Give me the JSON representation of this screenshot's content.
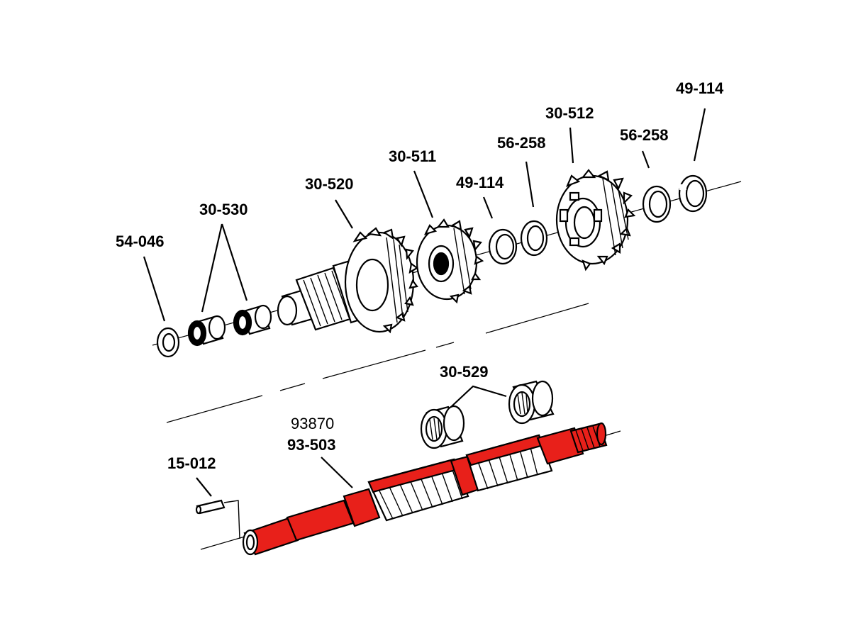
{
  "diagram": {
    "labels": {
      "p54_046": "54-046",
      "p30_530": "30-530",
      "p30_520": "30-520",
      "p30_511": "30-511",
      "p49_114_a": "49-114",
      "p56_258_a": "56-258",
      "p30_512": "30-512",
      "p56_258_b": "56-258",
      "p49_114_b": "49-114",
      "p30_529": "30-529",
      "p93870": "93870",
      "p93_503": "93-503",
      "p15_012": "15-012"
    },
    "colors": {
      "highlight": "#e8201a",
      "line": "#000000",
      "background": "#ffffff"
    }
  }
}
